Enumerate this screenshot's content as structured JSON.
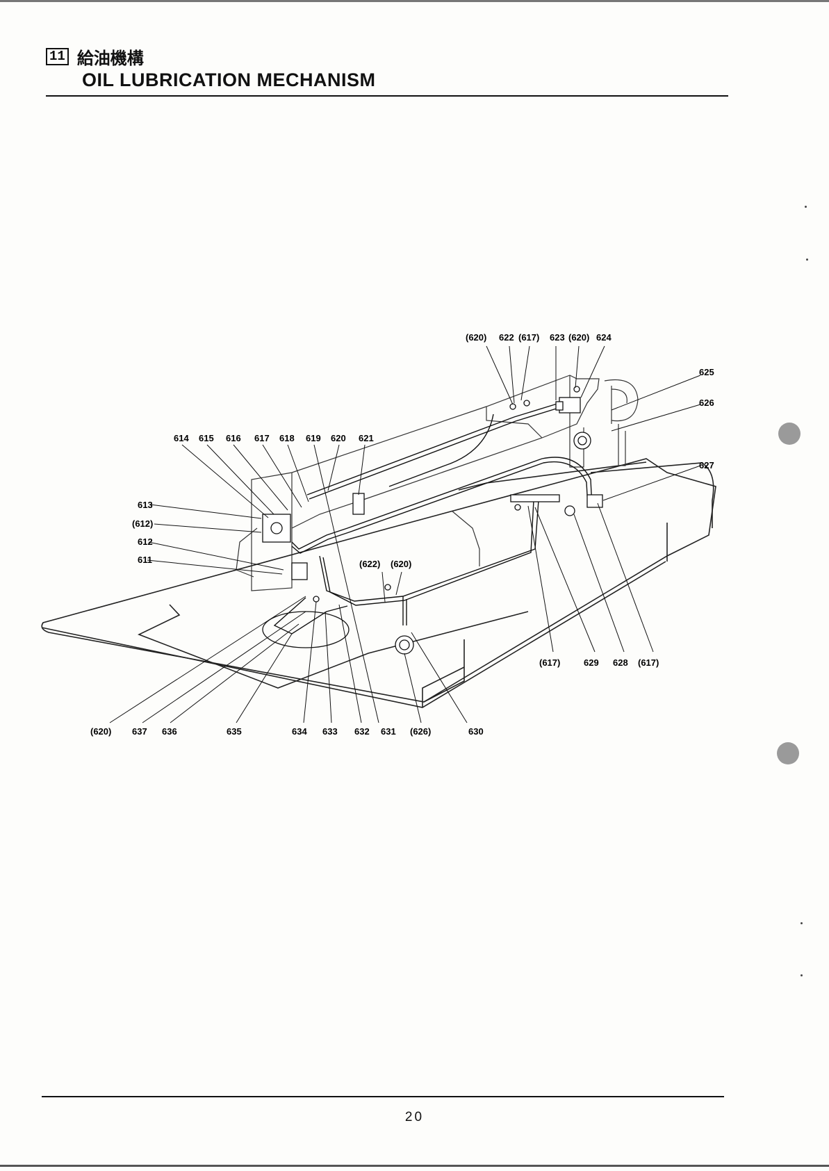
{
  "header": {
    "section_number": "11",
    "title_jp": "給油機構",
    "title_en": "OIL LUBRICATION MECHANISM"
  },
  "callouts": {
    "top": [
      "(620)",
      "622",
      "(617)",
      "623",
      "(620)",
      "624"
    ],
    "right": [
      "625",
      "626",
      "627"
    ],
    "upper_left": [
      "614",
      "615",
      "616",
      "617",
      "618",
      "619",
      "620",
      "621"
    ],
    "left": [
      "613",
      "(612)",
      "612",
      "611"
    ],
    "middle": [
      "(622)",
      "(620)"
    ],
    "lower_right": [
      "(617)",
      "629",
      "628",
      "(617)"
    ],
    "bottom": [
      "(620)",
      "637",
      "636",
      "635",
      "634",
      "633",
      "632",
      "631",
      "(626)",
      "630"
    ]
  },
  "footer": {
    "page_number": "20"
  }
}
